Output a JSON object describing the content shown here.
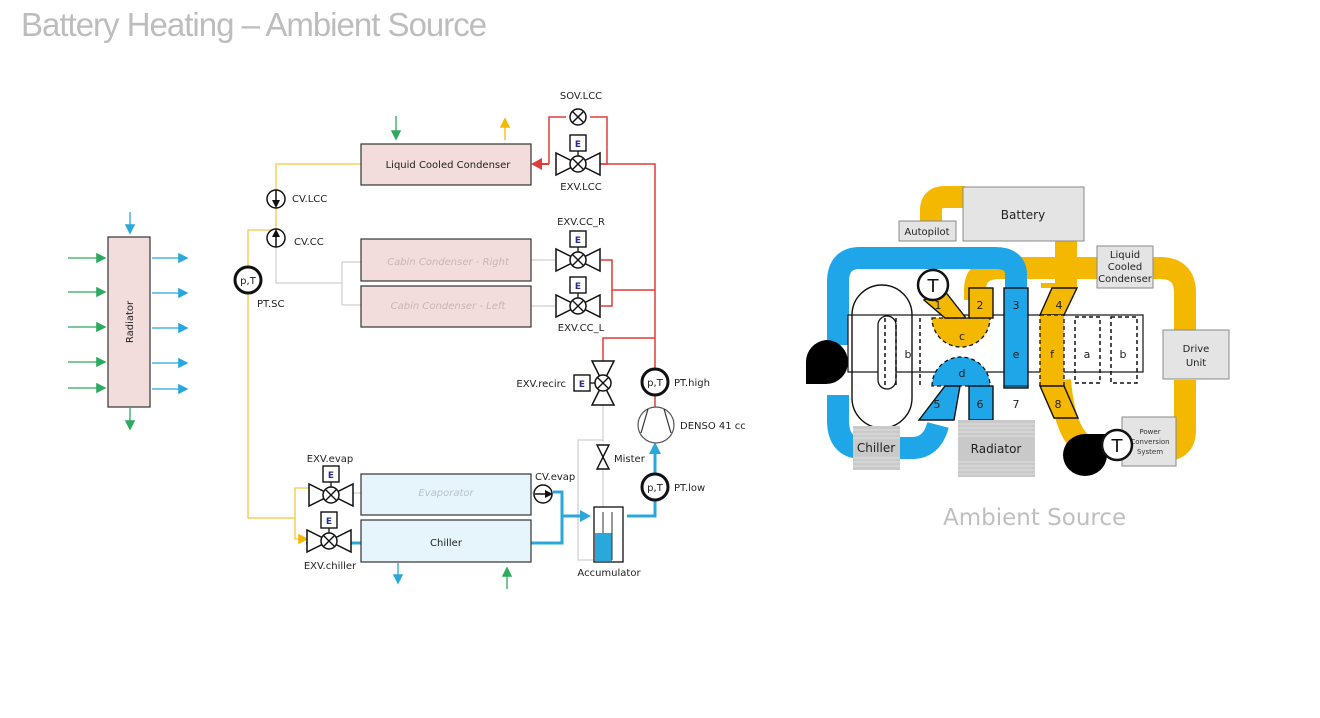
{
  "title": "Battery Heating – Ambient Source",
  "subtitle": "Ambient Source",
  "colors": {
    "refrigerant_high": "#e03c3c",
    "refrigerant_low": "#2aa8dc",
    "coolant_hot": "#f5b800",
    "air_in": "#2eaa5e",
    "component_fill": "#f2dcdc",
    "evaporator_fill": "#e6f4fb"
  },
  "radiator": {
    "label": "Radiator"
  },
  "components": {
    "lcc": "Liquid Cooled Condenser",
    "cc_right": "Cabin Condenser - Right",
    "cc_left": "Cabin Condenser - Left",
    "evaporator": "Evaporator",
    "chiller": "Chiller",
    "accumulator": "Accumulator",
    "compressor": "DENSO 41 cc"
  },
  "valves": {
    "sov_lcc": "SOV.LCC",
    "exv_lcc": "EXV.LCC",
    "exv_cc_r": "EXV.CC_R",
    "exv_cc_l": "EXV.CC_L",
    "exv_recirc": "EXV.recirc",
    "exv_evap": "EXV.evap",
    "exv_chiller": "EXV.chiller",
    "mister": "Mister",
    "cv_lcc": "CV.LCC",
    "cv_cc": "CV.CC",
    "cv_evap": "CV.evap",
    "e_symbol": "E"
  },
  "sensors": {
    "symbol": "p,T",
    "pt_sc": "PT.SC",
    "pt_high": "PT.high",
    "pt_low": "PT.low"
  },
  "coolant_loop": {
    "battery": "Battery",
    "autopilot": "Autopilot",
    "lcc": [
      "Liquid",
      "Cooled",
      "Condenser"
    ],
    "drive_unit": [
      "Drive",
      "Unit"
    ],
    "pcs": [
      "Power",
      "Conversion",
      "System"
    ],
    "chiller": "Chiller",
    "radiator": "Radiator",
    "temp_symbol": "T",
    "ports": [
      "1",
      "2",
      "3",
      "4",
      "5",
      "6",
      "7",
      "8"
    ],
    "chambers": [
      "a",
      "b",
      "c",
      "d",
      "e",
      "f"
    ]
  }
}
